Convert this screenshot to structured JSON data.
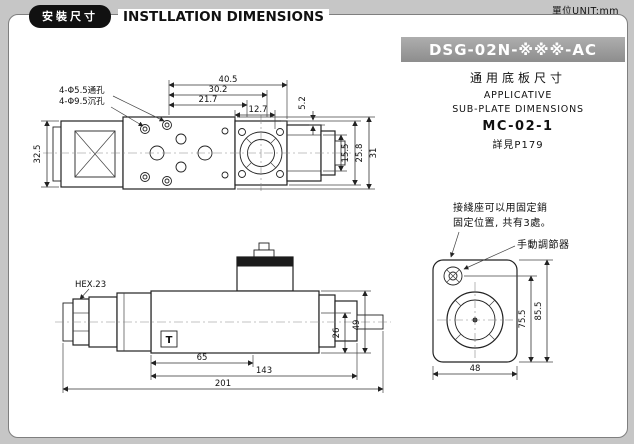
{
  "meta": {
    "unit_label": "單位UNIT:mm"
  },
  "header": {
    "badge": "安裝尺寸",
    "title": "INSTLLATION DIMENSIONS"
  },
  "model_panel": {
    "model": "DSG-02N-※※※-AC",
    "subplate_title_cn": "通用底板尺寸",
    "subplate_en_line1": "APPLICATIVE",
    "subplate_en_line2": "SUB-PLATE DIMENSIONS",
    "subplate_model": "MC-02-1",
    "subplate_ref": "詳見P179"
  },
  "top_view": {
    "hole_label_1": "4-Φ5.5通孔",
    "hole_label_2": "4-Φ9.5沉孔",
    "dim_40_5": "40.5",
    "dim_30_2": "30.2",
    "dim_21_7": "21.7",
    "dim_12_7": "12.7",
    "dim_5_2": "5.2",
    "dim_15_5": "15.5",
    "dim_25_8": "25.8",
    "dim_31": "31",
    "dim_32_5": "32.5"
  },
  "notes": {
    "terminal_note_line1": "接綫座可以用固定銷",
    "terminal_note_line2": "固定位置, 共有3處。",
    "manual_adjuster_label": "手動調節器"
  },
  "side_view": {
    "hex_label": "HEX.23",
    "port_label": "T",
    "dim_26": "26",
    "dim_49": "49",
    "dim_65": "65",
    "dim_143": "143",
    "dim_201": "201"
  },
  "end_view": {
    "dim_75_5": "75.5",
    "dim_85_5": "85.5",
    "dim_48": "48"
  },
  "colors": {
    "badge_bg": "#111111",
    "banner_bg": "#9b9b9b",
    "banner_text": "#ffffff",
    "drawing_line": "#222222",
    "page_bg": "#c6c6c6"
  }
}
